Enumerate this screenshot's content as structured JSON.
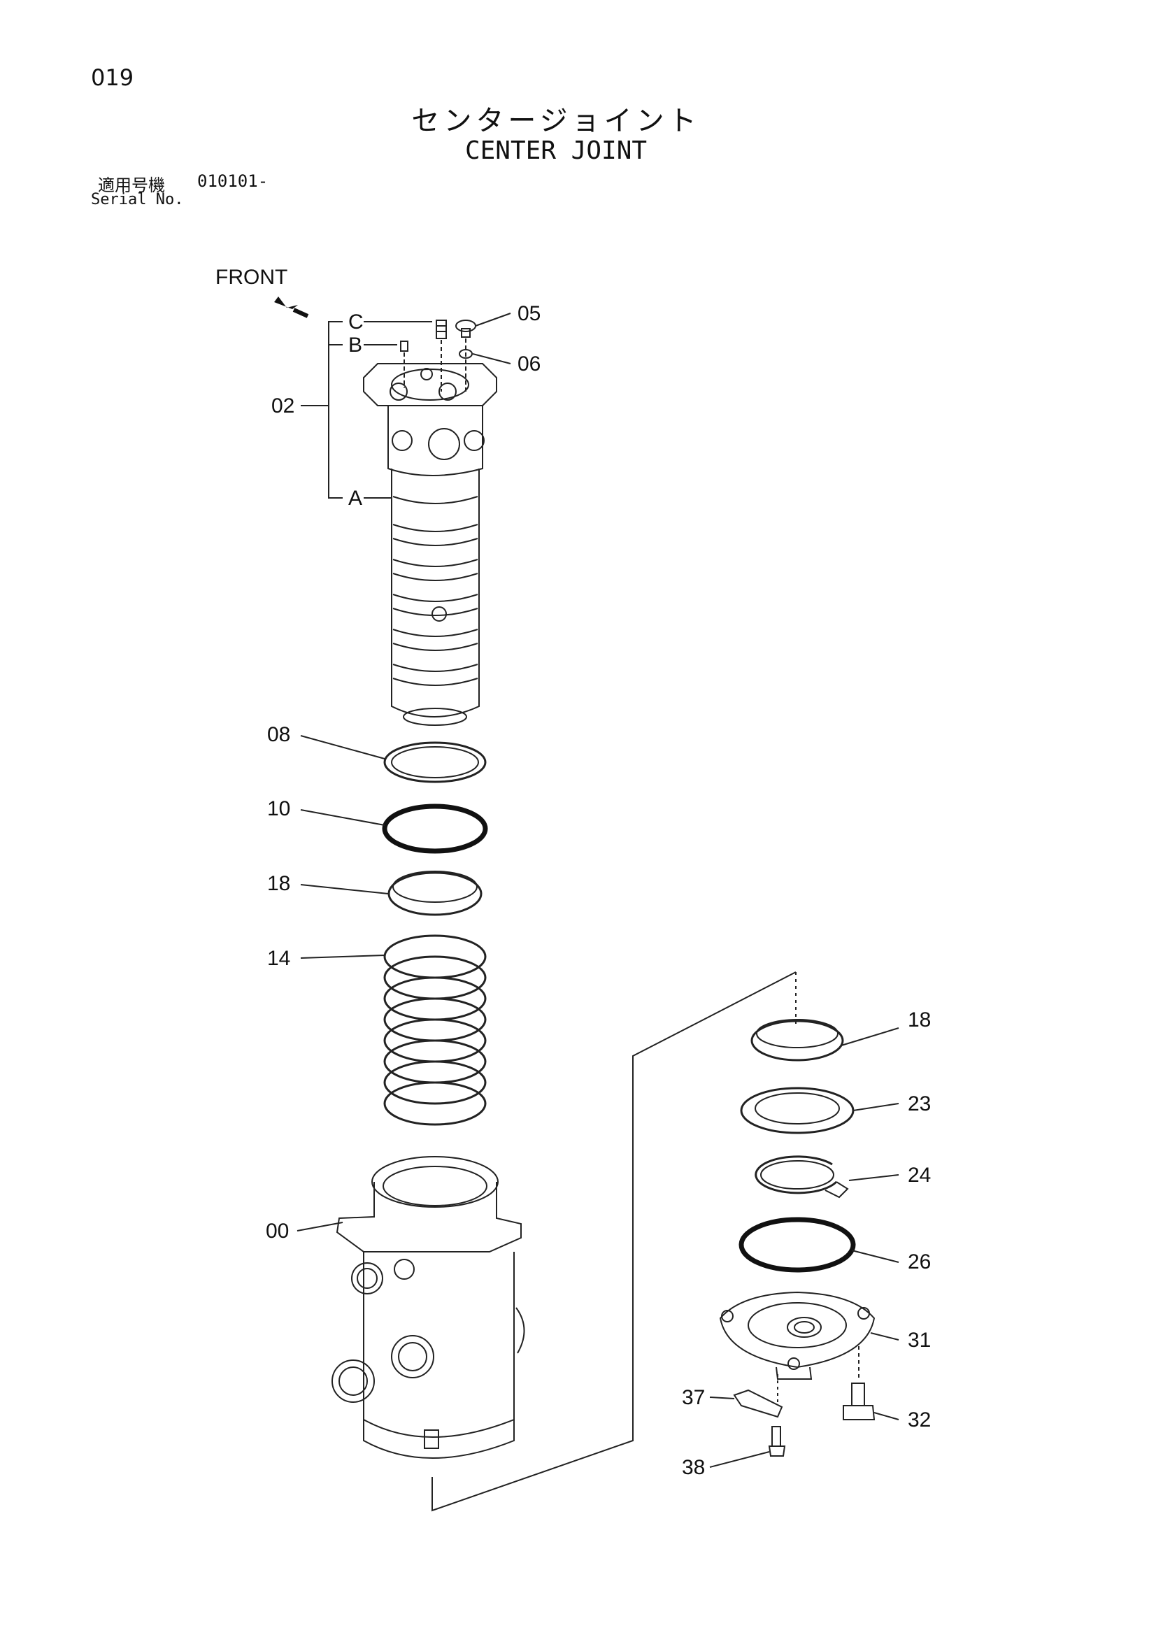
{
  "page_number": "019",
  "title_jp": "センタージョイント",
  "title_en": "CENTER JOINT",
  "serial": {
    "label_jp": "適用号機",
    "value": "010101-",
    "label_en": "Serial No."
  },
  "front_label": "FRONT",
  "callouts": {
    "c02": "02",
    "cA": "A",
    "cB": "B",
    "cC": "C",
    "c05": "05",
    "c06": "06",
    "c08": "08",
    "c10": "10",
    "c18a": "18",
    "c14": "14",
    "c00": "00",
    "c18b": "18",
    "c23": "23",
    "c24": "24",
    "c26": "26",
    "c31": "31",
    "c32": "32",
    "c37": "37",
    "c38": "38"
  },
  "colors": {
    "ink": "#111111",
    "background": "#ffffff"
  }
}
